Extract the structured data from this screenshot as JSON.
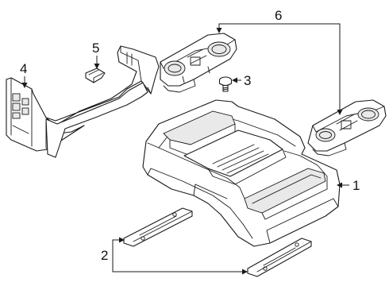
{
  "callouts": {
    "c1": "1",
    "c2": "2",
    "c3": "3",
    "c4": "4",
    "c5": "5",
    "c6": "6"
  },
  "colors": {
    "line": "#1a1a1a",
    "background": "#ffffff",
    "shade": "#e9e9e9"
  }
}
